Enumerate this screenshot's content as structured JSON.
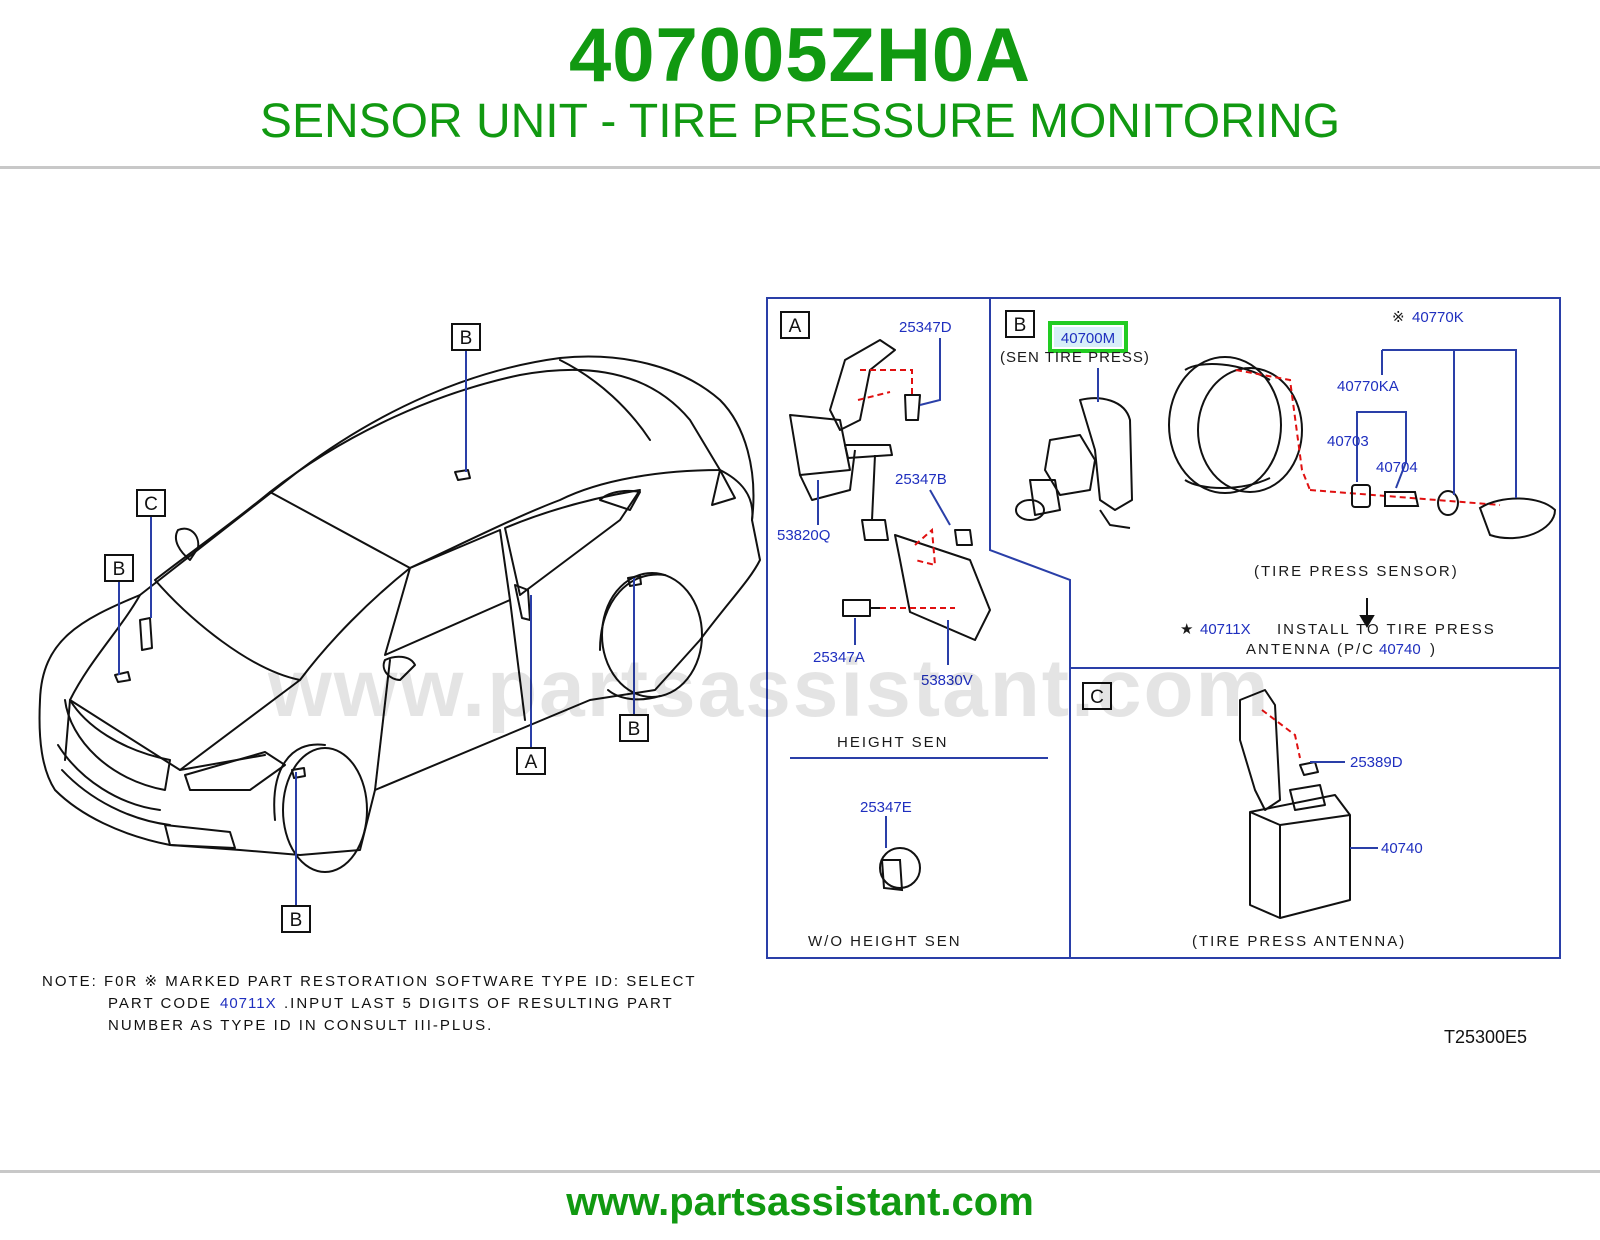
{
  "header": {
    "part_number": "407005ZH0A",
    "title": "SENSOR UNIT - TIRE PRESSURE MONITORING"
  },
  "footer": {
    "url": "www.partsassistant.com"
  },
  "watermark": "www.partsassistant.com",
  "colors": {
    "brand_green": "#119911",
    "part_blue": "#1f2fbf",
    "frame_blue": "#2a3fa8",
    "leader_red": "#e01010",
    "highlight": "#22cc22"
  },
  "callouts": {
    "car_B_roof": "B",
    "car_C": "C",
    "car_B_hood": "B",
    "car_B_rear": "B",
    "car_A": "A",
    "car_B_front": "B"
  },
  "panel_a": {
    "letter": "A",
    "parts": {
      "p1": "25347D",
      "p2": "25347B",
      "p3": "53820Q",
      "p4": "25347A",
      "p5": "53830V",
      "p6": "25347E"
    },
    "labels": {
      "height_sen": "HEIGHT SEN",
      "wo_height_sen": "W/O HEIGHT SEN"
    }
  },
  "panel_b": {
    "letter": "B",
    "highlighted_part": "40700M",
    "sen_label": "(SEN TIRE PRESS)",
    "kome_mark": "※",
    "parts": {
      "p1": "40770K",
      "p2": "40770KA",
      "p3": "40703",
      "p4": "40704"
    },
    "tire_press_sensor": "(TIRE PRESS SENSOR)",
    "star": "★",
    "install_part": "40711X",
    "install_text": "INSTALL TO TIRE PRESS",
    "antenna_prefix": "ANTENNA (P/C",
    "antenna_part": "40740",
    "antenna_suffix": ")"
  },
  "panel_c": {
    "letter": "C",
    "parts": {
      "p1": "25389D",
      "p2": "40740"
    },
    "tire_press_antenna": "(TIRE PRESS ANTENNA)"
  },
  "note": {
    "line1": "NOTE: F0R ※ MARKED PART RESTORATION SOFTWARE TYPE ID: SELECT",
    "line2_prefix": "PART CODE",
    "line2_part": "40711X",
    "line2_suffix": ".INPUT LAST 5 DIGITS OF RESULTING PART",
    "line3": "NUMBER AS TYPE ID IN CONSULT III-PLUS."
  },
  "diagram_code": "T25300E5"
}
